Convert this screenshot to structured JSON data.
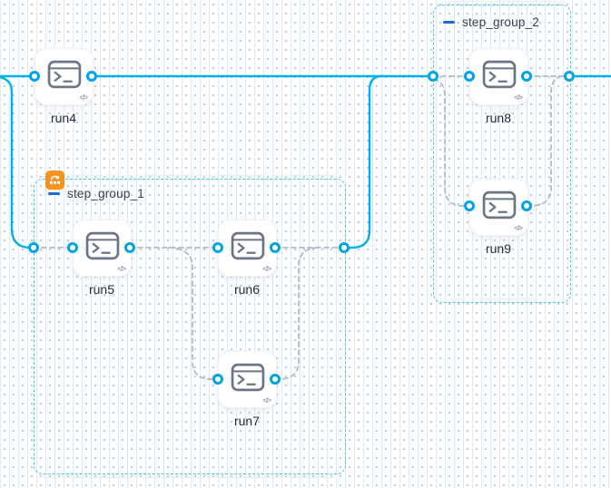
{
  "app": {
    "view": "workflow-graph-canvas"
  },
  "nodes": [
    {
      "id": "run4",
      "label": "run4",
      "icon": "terminal-icon",
      "corner_badge": "</>"
    },
    {
      "id": "run5",
      "label": "run5",
      "icon": "terminal-icon",
      "corner_badge": "</>"
    },
    {
      "id": "run6",
      "label": "run6",
      "icon": "terminal-icon",
      "corner_badge": "</>"
    },
    {
      "id": "run7",
      "label": "run7",
      "icon": "terminal-icon",
      "corner_badge": "</>"
    },
    {
      "id": "run8",
      "label": "run8",
      "icon": "terminal-icon",
      "corner_badge": "</>"
    },
    {
      "id": "run9",
      "label": "run9",
      "icon": "terminal-icon",
      "corner_badge": "</>"
    }
  ],
  "node_code_badge": "</>",
  "groups": [
    {
      "id": "step_group_1",
      "label": "step_group_1",
      "collapse_icon": "minus-icon",
      "badge_icon": "retry-toolbox-icon",
      "children": [
        "run5",
        "run6",
        "run7"
      ]
    },
    {
      "id": "step_group_2",
      "label": "step_group_2",
      "collapse_icon": "minus-icon",
      "children": [
        "run8",
        "run9"
      ]
    }
  ],
  "edges": [
    {
      "from": "start",
      "to": "run4",
      "style": "solid"
    },
    {
      "from": "start",
      "to": "step_group_1.in",
      "style": "solid"
    },
    {
      "from": "run4",
      "to": "step_group_2.in",
      "style": "solid"
    },
    {
      "from": "step_group_1.out",
      "to": "step_group_2.in",
      "style": "solid"
    },
    {
      "from": "step_group_2.out",
      "to": "end",
      "style": "solid"
    },
    {
      "from": "step_group_1.in",
      "to": "run5",
      "style": "dashed"
    },
    {
      "from": "run5",
      "to": "run6",
      "style": "dashed"
    },
    {
      "from": "run5",
      "to": "run7",
      "style": "dashed"
    },
    {
      "from": "run6",
      "to": "step_group_1.out",
      "style": "dashed"
    },
    {
      "from": "run7",
      "to": "step_group_1.out",
      "style": "dashed"
    },
    {
      "from": "step_group_2.in",
      "to": "run8",
      "style": "dashed"
    },
    {
      "from": "step_group_2.in",
      "to": "run9",
      "style": "dashed"
    },
    {
      "from": "run8",
      "to": "step_group_2.out",
      "style": "dashed"
    },
    {
      "from": "run9",
      "to": "step_group_2.out",
      "style": "dashed"
    }
  ],
  "colors": {
    "edge_solid": "#00b2e9",
    "edge_dashed": "#b4bbc6",
    "group_border": "#41c8f1",
    "port_ring": "#00a4e5",
    "collapse_blue": "#1b6add",
    "badge_orange": "#f7941d",
    "node_icon_gray": "#6b7585",
    "label_text": "#232c3c"
  }
}
